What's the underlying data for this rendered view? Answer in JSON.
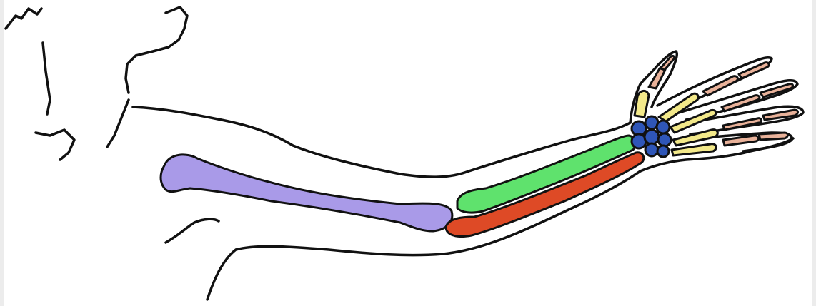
{
  "diagram": {
    "subject": "",
    "colors": {
      "humerus": "#a99ae8",
      "radius": "#de4a26",
      "ulna": "#5fe26d",
      "carpals": "#2f56b8",
      "metacarpals": "#f3e98a",
      "phalanges": "#e9b29a",
      "outline": "#111111",
      "background": "#ffffff"
    },
    "bones": [
      {
        "name": "",
        "color_key": "humerus"
      },
      {
        "name": "",
        "color_key": "ulna"
      },
      {
        "name": "",
        "color_key": "radius"
      },
      {
        "name": "",
        "color_key": "carpals"
      },
      {
        "name": "",
        "color_key": "metacarpals"
      },
      {
        "name": "",
        "color_key": "phalanges"
      }
    ]
  }
}
